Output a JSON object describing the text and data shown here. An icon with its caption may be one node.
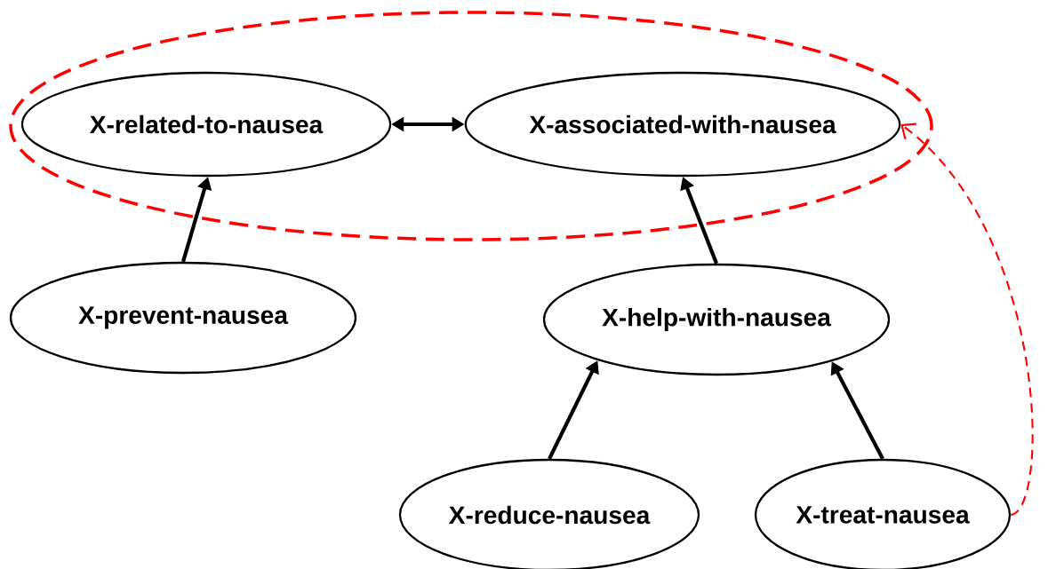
{
  "diagram": {
    "nodes": [
      {
        "text": [],
        "shape": "ellipse"
      },
      {
        "text": [
          "X-related-to-nausea"
        ],
        "in": 0
      },
      {
        "text": [
          "X-associated-with-nausea"
        ],
        "in": 0
      },
      {
        "text": [
          "X-prevent-nausea"
        ]
      },
      {
        "text": [
          "X-help-with-nausea"
        ]
      },
      {
        "text": [
          "X-reduce-nausea"
        ]
      },
      {
        "text": [
          "X-treat-nausea"
        ]
      }
    ],
    "edges": [
      {
        "from": 1,
        "to": 2,
        "arrow": "both"
      },
      {
        "from": 3,
        "to": 1,
        "arrow": "to"
      },
      {
        "from": 4,
        "to": 2,
        "arrow": "to"
      },
      {
        "from": 5,
        "to": 4,
        "arrow": "to"
      },
      {
        "from": 6,
        "to": 4,
        "arrow": "to"
      },
      {
        "from": 6,
        "to": 2,
        "arrow": "to",
        "style": "dashed",
        "color": "#ff0000"
      }
    ]
  }
}
